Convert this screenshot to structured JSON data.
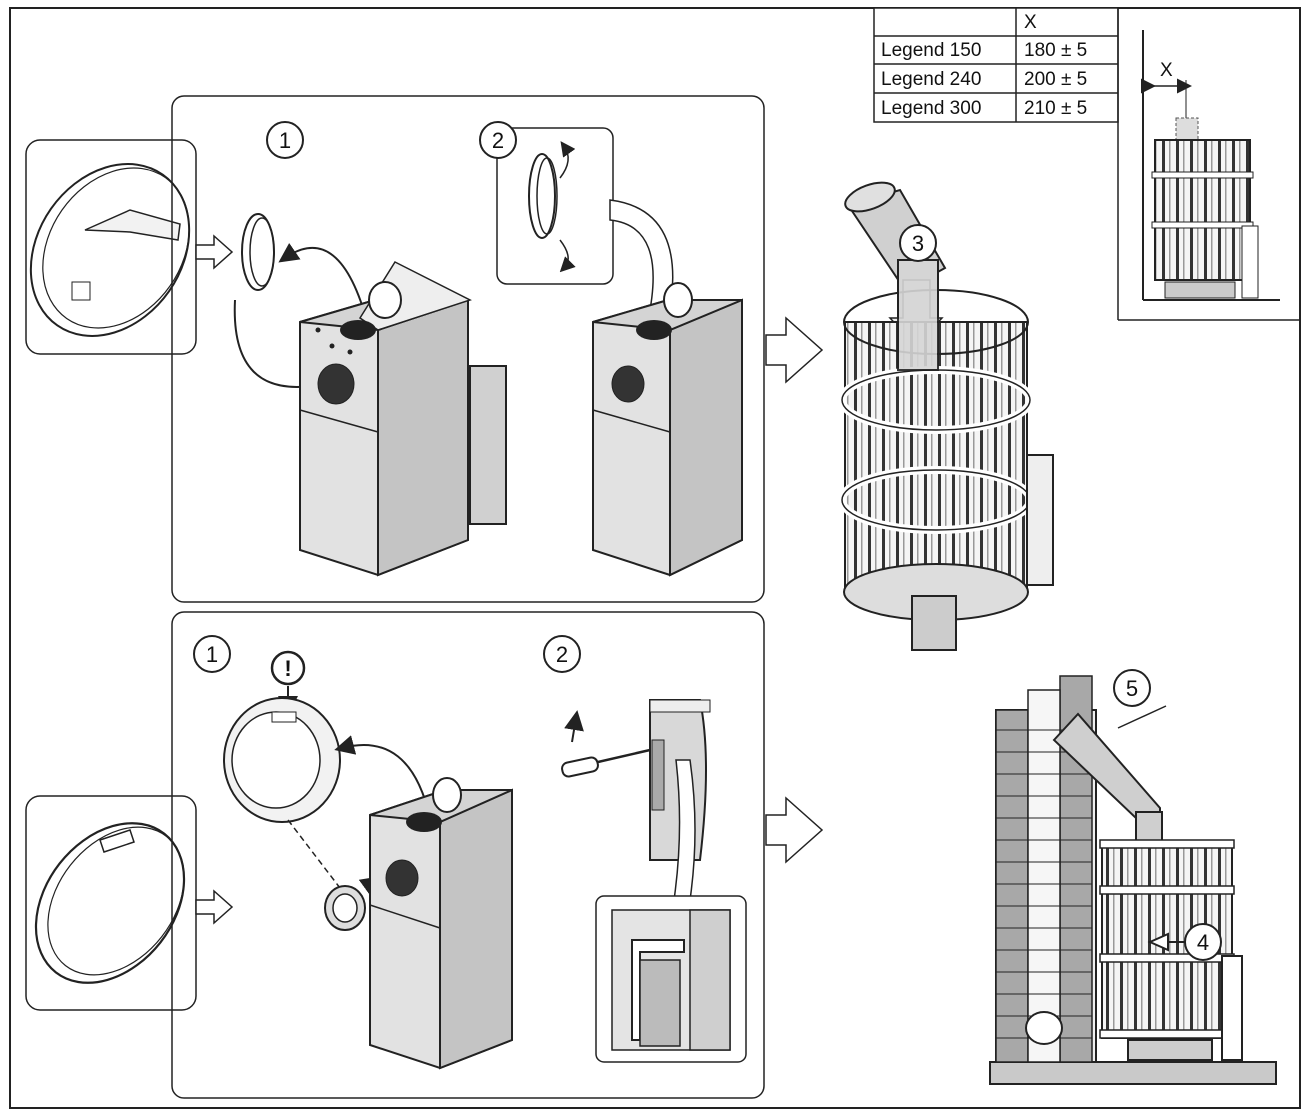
{
  "table": {
    "header": [
      "",
      "X"
    ],
    "rows": [
      [
        "Legend 150",
        "180 ± 5"
      ],
      [
        "Legend 240",
        "200 ± 5"
      ],
      [
        "Legend 300",
        "210 ± 5"
      ]
    ]
  },
  "dimension_label": "X",
  "step_numbers": {
    "top_1": "1",
    "top_2": "2",
    "step_3": "3",
    "bottom_1": "1",
    "bottom_2": "2",
    "step_4": "4",
    "step_5": "5"
  },
  "warning_mark": "!",
  "colors": {
    "line": "#222222",
    "metal_light": "#e6e6e6",
    "metal_mid": "#bdbdbd",
    "metal_dark": "#8a8a8a",
    "brick_light": "#efefef",
    "brick_dark": "#a8a8a8",
    "pipe": "#cfcfcf",
    "floor": "#c9c9c9"
  }
}
